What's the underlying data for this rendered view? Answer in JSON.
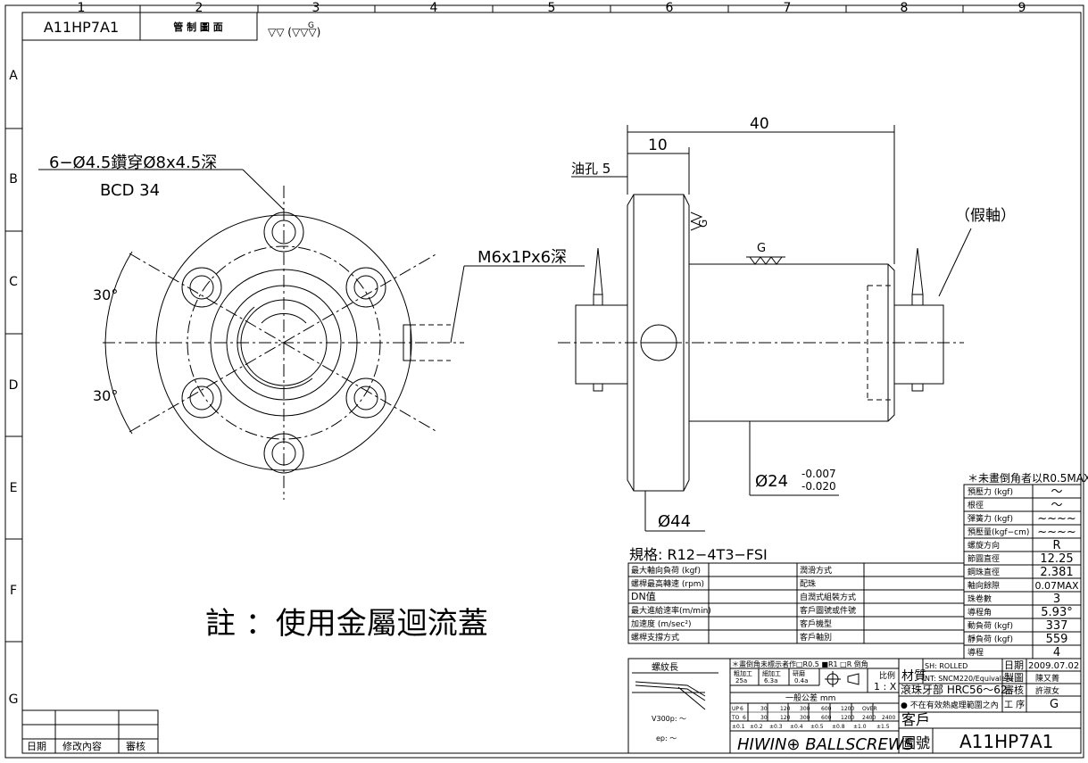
{
  "zones": {
    "cols": [
      "1",
      "2",
      "3",
      "4",
      "5",
      "6",
      "7",
      "8",
      "9"
    ],
    "rows": [
      "A",
      "B",
      "C",
      "D",
      "E",
      "F",
      "G"
    ]
  },
  "header": {
    "drawing_no": "A11HP7A1",
    "title": "管 制 圖 面",
    "finish_symbol": "▽▽ (▽▽▽)",
    "finish_symbol_grade": "G"
  },
  "front_view": {
    "hole_note": "6−Ø4.5鑽穿Ø8x4.5深",
    "bcd": "BCD 34",
    "angle_top": "30°",
    "angle_bottom": "30°",
    "tap_note": "M6x1Px6深"
  },
  "side_view": {
    "dim_overall": "40",
    "dim_flange": "10",
    "oil_hole": "油孔 5",
    "dummy_shaft": "（假軸）",
    "finish_flange": "G",
    "finish_body": "G",
    "dia_body": "Ø24",
    "dia_body_tol_upper": "-0.007",
    "dia_body_tol_lower": "-0.020",
    "dia_flange": "Ø44"
  },
  "note": "註 ：使用金屬迴流蓋",
  "spec": {
    "label": "規格: R12−4T3−FSI",
    "left_rows": [
      {
        "k": "最大軸向負荷  (kgf)",
        "v": ""
      },
      {
        "k": "螺桿最高轉速 (rpm)",
        "v": ""
      },
      {
        "k": "DN值",
        "v": ""
      },
      {
        "k": "最大進給速率(m/min)",
        "v": ""
      },
      {
        "k": "加速度   (m/sec²)",
        "v": ""
      },
      {
        "k": "螺桿支撐方式",
        "v": ""
      }
    ],
    "mid_rows": [
      {
        "k": "潤滑方式",
        "v": ""
      },
      {
        "k": "配珠",
        "v": ""
      },
      {
        "k": "自潤式組裝方式",
        "v": ""
      },
      {
        "k": "客戶圖號或件號",
        "v": ""
      },
      {
        "k": "客戶機型",
        "v": ""
      },
      {
        "k": "客戶軸別",
        "v": ""
      }
    ]
  },
  "right_table": {
    "note": "＊未畫倒角者以R0.5MAX",
    "rows": [
      {
        "k": "預壓力 (kgf)",
        "v": "～"
      },
      {
        "k": "根徑",
        "v": "～"
      },
      {
        "k": "彈簧力 (kgf)",
        "v": "~~~~"
      },
      {
        "k": "預壓量(kgf−cm)",
        "v": "~~~~"
      },
      {
        "k": "螺旋方向",
        "v": "R"
      },
      {
        "k": "節圓直徑",
        "v": "12.25"
      },
      {
        "k": "鋼珠直徑",
        "v": "2.381"
      },
      {
        "k": "軸向餘隙",
        "v": "0.07MAX"
      },
      {
        "k": "珠卷數",
        "v": "3"
      },
      {
        "k": "導程角",
        "v": "5.93°"
      },
      {
        "k": "動負荷 (kgf)",
        "v": "337"
      },
      {
        "k": "靜負荷 (kgf)",
        "v": "559"
      },
      {
        "k": "導程",
        "v": "4"
      }
    ]
  },
  "title_block": {
    "thread_length": "螺紋長",
    "chamfer_note": "＊畫倒角未標示者作□R0.5 ■R1 □R 倒角",
    "rough": "粗加工",
    "fine": "細加工",
    "grind": "研磨",
    "rough_val": "25a",
    "fine_val": "6.3a",
    "grind_val": "0.4a",
    "scale_label": "比例",
    "scale_value": "1 : X",
    "general_tol": "一般公差  mm",
    "tol_up": "UP",
    "tol_to": "TO",
    "tol_from": [
      "6",
      "30",
      "120",
      "300",
      "600",
      "1200",
      "OVER"
    ],
    "tol_to_vals": [
      "6",
      "30",
      "120",
      "300",
      "600",
      "1200",
      "2400",
      "2400"
    ],
    "tol_values": [
      "±0.1",
      "±0.2",
      "±0.3",
      "±0.4",
      "±0.5",
      "±0.8",
      "±1.0",
      "±1.5"
    ],
    "v300": "V300p:   ～",
    "ep": "ep:    ～",
    "brand": "HIWIN⊕ BALLSCREWS",
    "material_label": "材質",
    "material_sh": "SH: ROLLED",
    "material_nt": "NT: SNCM220/Equivalent",
    "hardness": "滾珠牙部 HRC56～62",
    "heat_note": "● 不在有效熱處理範圍之內",
    "date_label": "日期",
    "date": "2009.07.02",
    "draw_label": "製圖",
    "drawer": "陳又菁",
    "check_label": "審核",
    "checker": "許淑女",
    "process_label": "工  序",
    "process": "G",
    "customer_label": "客戶",
    "drawing_no_label": "圖號",
    "drawing_no": "A11HP7A1"
  },
  "revision": {
    "date": "日期",
    "content": "修改內容",
    "check": "審核"
  }
}
